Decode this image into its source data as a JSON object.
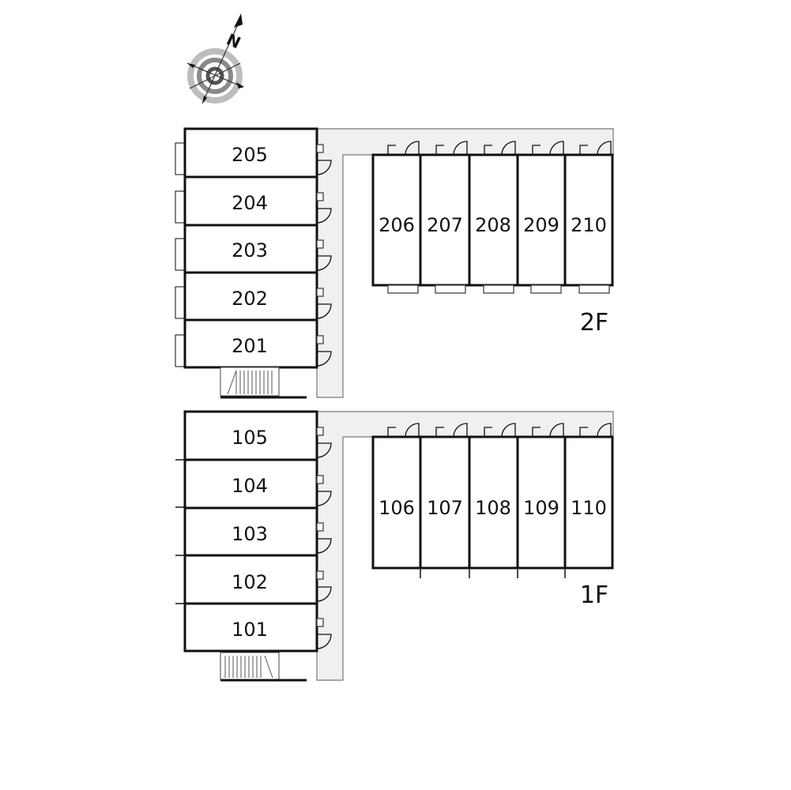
{
  "compass": {
    "north_label": "N",
    "icon": "compass-rose-icon"
  },
  "floors": [
    {
      "id": "2f",
      "label": "2F",
      "west_rooms": [
        "205",
        "204",
        "203",
        "202",
        "201"
      ],
      "east_rooms": [
        "206",
        "207",
        "208",
        "209",
        "210"
      ]
    },
    {
      "id": "1f",
      "label": "1F",
      "west_rooms": [
        "105",
        "104",
        "103",
        "102",
        "101"
      ],
      "east_rooms": [
        "106",
        "107",
        "108",
        "109",
        "110"
      ]
    }
  ],
  "colors": {
    "wall": "#111111",
    "corridor": "#f0f0f0",
    "background": "#ffffff"
  }
}
